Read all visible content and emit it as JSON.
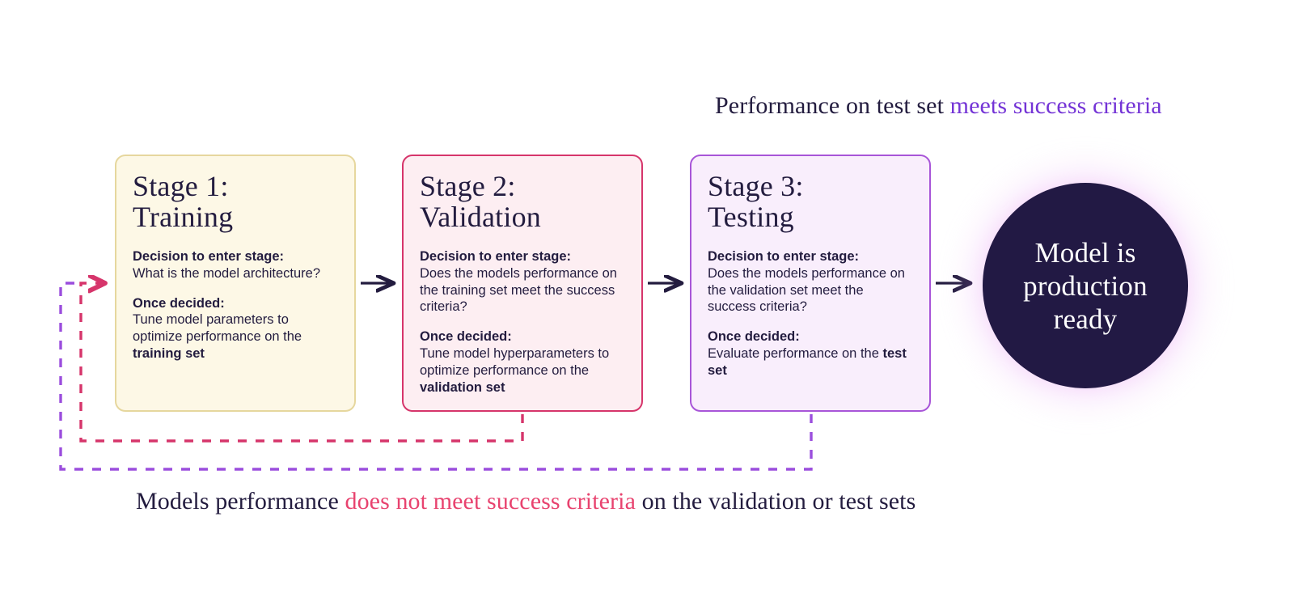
{
  "captions": {
    "top": {
      "plain": "Performance on test set ",
      "highlight": "meets success criteria"
    },
    "bottom": {
      "lead": "Models performance ",
      "highlight": "does not meet success criteria",
      "tail": " on the validation or test sets"
    }
  },
  "stages": [
    {
      "title": "Stage 1:\nTraining",
      "blocks": [
        {
          "label": "Decision to enter stage:",
          "text": "What is the model architecture?",
          "strong": ""
        },
        {
          "label": "Once decided:",
          "text": "Tune model parameters to optimize performance on the ",
          "strong": "training set"
        }
      ]
    },
    {
      "title": "Stage 2:\nValidation",
      "blocks": [
        {
          "label": "Decision to enter stage:",
          "text": "Does the models performance on the training set meet the success criteria?",
          "strong": ""
        },
        {
          "label": "Once decided:",
          "text": "Tune model hyperparameters to optimize performance on the ",
          "strong": "validation set"
        }
      ]
    },
    {
      "title": "Stage 3:\nTesting",
      "blocks": [
        {
          "label": "Decision to enter stage:",
          "text": "Does the models performance on the validation set meet the success criteria?",
          "strong": ""
        },
        {
          "label": "Once decided:",
          "text": "Evaluate performance on the ",
          "strong": "test set"
        }
      ]
    }
  ],
  "terminal": {
    "label": "Model is\nproduction\nready"
  },
  "colors": {
    "ink": "#231c3f",
    "stage1_border": "#e6d79e",
    "stage1_fill": "#fdf8e6",
    "stage2_border": "#d6356b",
    "stage2_fill": "#fdeef2",
    "stage3_border": "#a855d8",
    "stage3_fill": "#f9eefc",
    "arrow": "#231c3f",
    "loop_fail_validation": "#d6356b",
    "loop_fail_test": "#9b4edd",
    "success_text": "#7434d6",
    "failure_text": "#e8436f",
    "terminal_fill": "#221944",
    "terminal_glow": "#e44ce9"
  },
  "flow": {
    "arrows": [
      {
        "name": "stage1-to-stage2"
      },
      {
        "name": "stage2-to-stage3"
      },
      {
        "name": "stage3-to-terminal"
      }
    ],
    "feedback_loops": [
      {
        "name": "validation-failure-loop",
        "from": "stage-2",
        "to": "stage-1"
      },
      {
        "name": "test-failure-loop",
        "from": "stage-3",
        "to": "stage-1"
      }
    ]
  }
}
